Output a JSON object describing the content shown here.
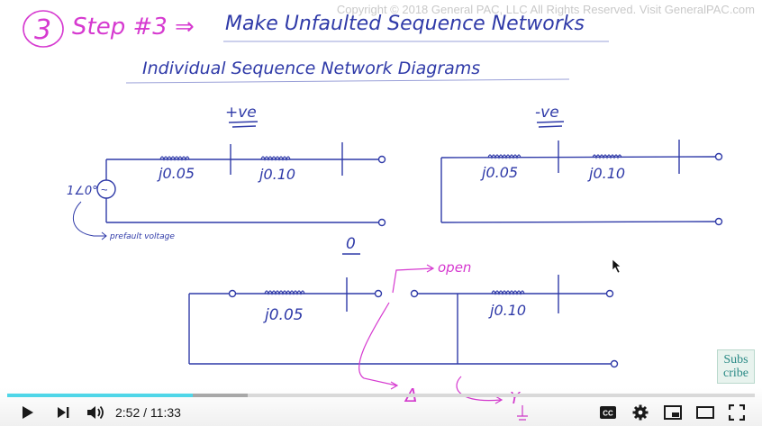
{
  "watermark": {
    "copyright": "Copyright © 2018 General PAC, LLC All Rights Reserved. Visit GeneralPAC.com"
  },
  "whiteboard": {
    "step_number": "3",
    "step_title": "Step #3 ⇒",
    "heading": "Make Unfaulted Sequence Networks",
    "subheading": "Individual Sequence Network Diagrams",
    "positive": {
      "label": "+ve",
      "source": "1∠0°",
      "source_symbol": "~",
      "impedance_1": "j0.05",
      "impedance_2": "j0.10",
      "annotation": "prefault voltage"
    },
    "negative": {
      "label": "-ve",
      "impedance_1": "j0.05",
      "impedance_2": "j0.10"
    },
    "zero": {
      "label": "0",
      "impedance_1": "j0.05",
      "impedance_2": "j0.10",
      "open_note": "open",
      "delta_symbol": "Δ",
      "wye_symbol": "Y"
    }
  },
  "subscribe_badge": {
    "line1": "Subs",
    "line2": "cribe"
  },
  "player": {
    "current_time": "2:52",
    "separator": " / ",
    "duration": "11:33",
    "progress_fraction": 0.248,
    "buffered_fraction": 0.322,
    "cc_label": "CC",
    "colors": {
      "played": "#4fd6e8",
      "buffered": "#a8a8a8",
      "track": "#d9d9d9",
      "ink_blue": "#2f3aa8",
      "ink_pink": "#d63ad0"
    }
  }
}
